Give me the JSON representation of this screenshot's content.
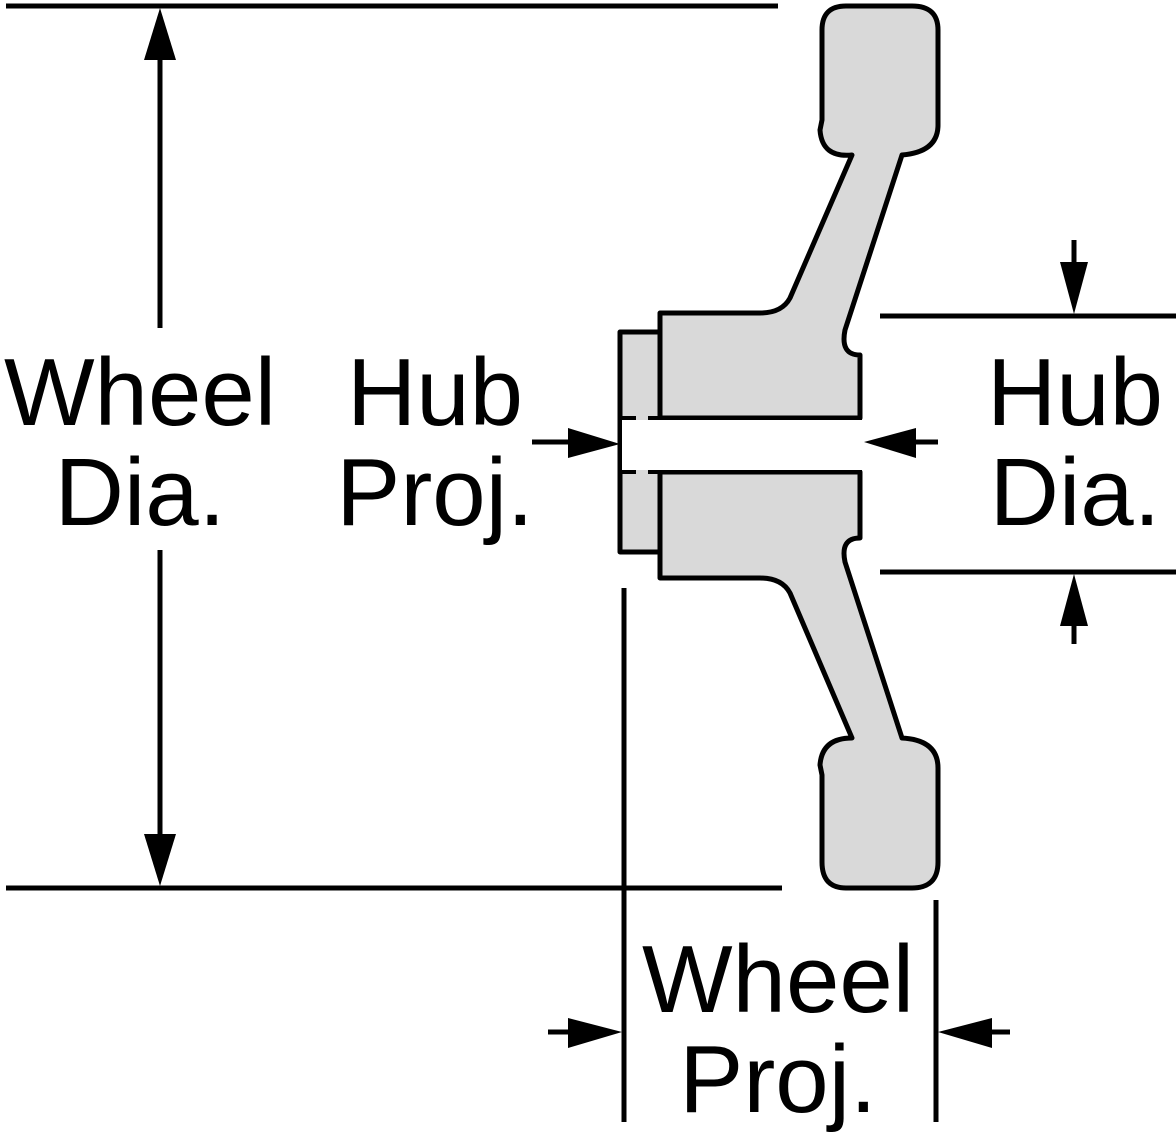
{
  "labels": {
    "wheel_dia": [
      "Wheel",
      "Dia."
    ],
    "hub_proj": [
      "Hub",
      "Proj."
    ],
    "hub_dia": [
      "Hub",
      "Dia."
    ],
    "wheel_proj": [
      "Wheel",
      "Proj."
    ]
  },
  "colors": {
    "wheel_fill": "#d9d9d9",
    "line": "#000000",
    "bore": "#ffffff"
  }
}
